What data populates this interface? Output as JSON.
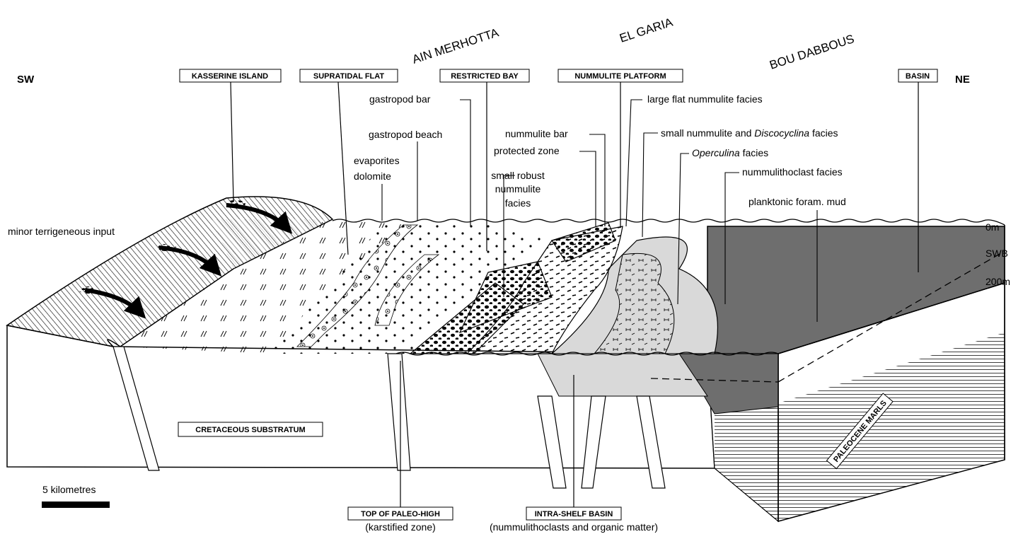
{
  "directions": {
    "sw": "SW",
    "ne": "NE"
  },
  "localities": {
    "ain_merhotta": "AIN MERHOTTA",
    "el_garia": "EL GARIA",
    "bou_dabbous": "BOU DABBOUS"
  },
  "boxed_labels": {
    "kasserine_island": "KASSERINE ISLAND",
    "supratidal_flat": "SUPRATIDAL FLAT",
    "restricted_bay": "RESTRICTED BAY",
    "nummulite_platform": "NUMMULITE PLATFORM",
    "basin": "BASIN",
    "cretaceous_substratum": "CRETACEOUS SUBSTRATUM",
    "paleocene_marls": "PALEOCENE MARLS",
    "top_of_paleo_high": "TOP OF PALEO-HIGH",
    "intra_shelf_basin": "INTRA-SHELF BASIN"
  },
  "facies_labels": {
    "gastropod_bar": "gastropod bar",
    "gastropod_beach": "gastropod beach",
    "evaporites": "evaporites",
    "dolomite": "dolomite",
    "minor_terrigeneous_input": "minor terrigeneous input",
    "large_flat_nummulite_facies": "large flat nummulite facies",
    "nummulite_bar": "nummulite bar",
    "protected_zone": "protected zone",
    "small_nummulite_prefix": "small nummulite and ",
    "small_nummulite_italic": "Discocyclina",
    "small_nummulite_suffix": " facies",
    "operculina_italic": "Operculina",
    "operculina_suffix": " facies",
    "small_robust_1": "small robust",
    "small_robust_2": "nummulite",
    "small_robust_3": "facies",
    "nummulithoclast_facies": "nummulithoclast facies",
    "planktonic_foram_mud": "planktonic foram. mud",
    "karstified_zone": "(karstified zone)",
    "nummulithoclasts_organic": "(nummulithoclasts and organic matter)"
  },
  "depth_markers": {
    "zero": "0m",
    "swb": "SWB",
    "two_hundred": "200m"
  },
  "scale_bar": {
    "label": "5 kilometres"
  }
}
